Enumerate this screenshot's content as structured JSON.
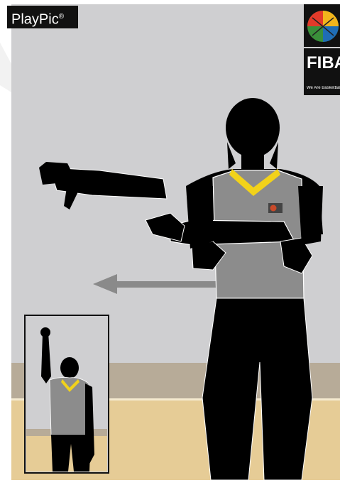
{
  "branding": {
    "playpic_label": "PlayPic",
    "registered_mark": "®",
    "fiba_label": "FIBA",
    "fiba_tagline": "We Are Basketball"
  },
  "scene": {
    "wall_color": "#cfcfd1",
    "floor_color": "#e6cc96",
    "stripe_color": "#b7ab98",
    "silhouette_color": "#000000",
    "shirt_color": "#8c8c8c",
    "collar_color": "#f2d21a",
    "arrow_color": "#8a8a8a",
    "arrow_direction": "left"
  },
  "inset": {
    "description_hidden": true
  }
}
